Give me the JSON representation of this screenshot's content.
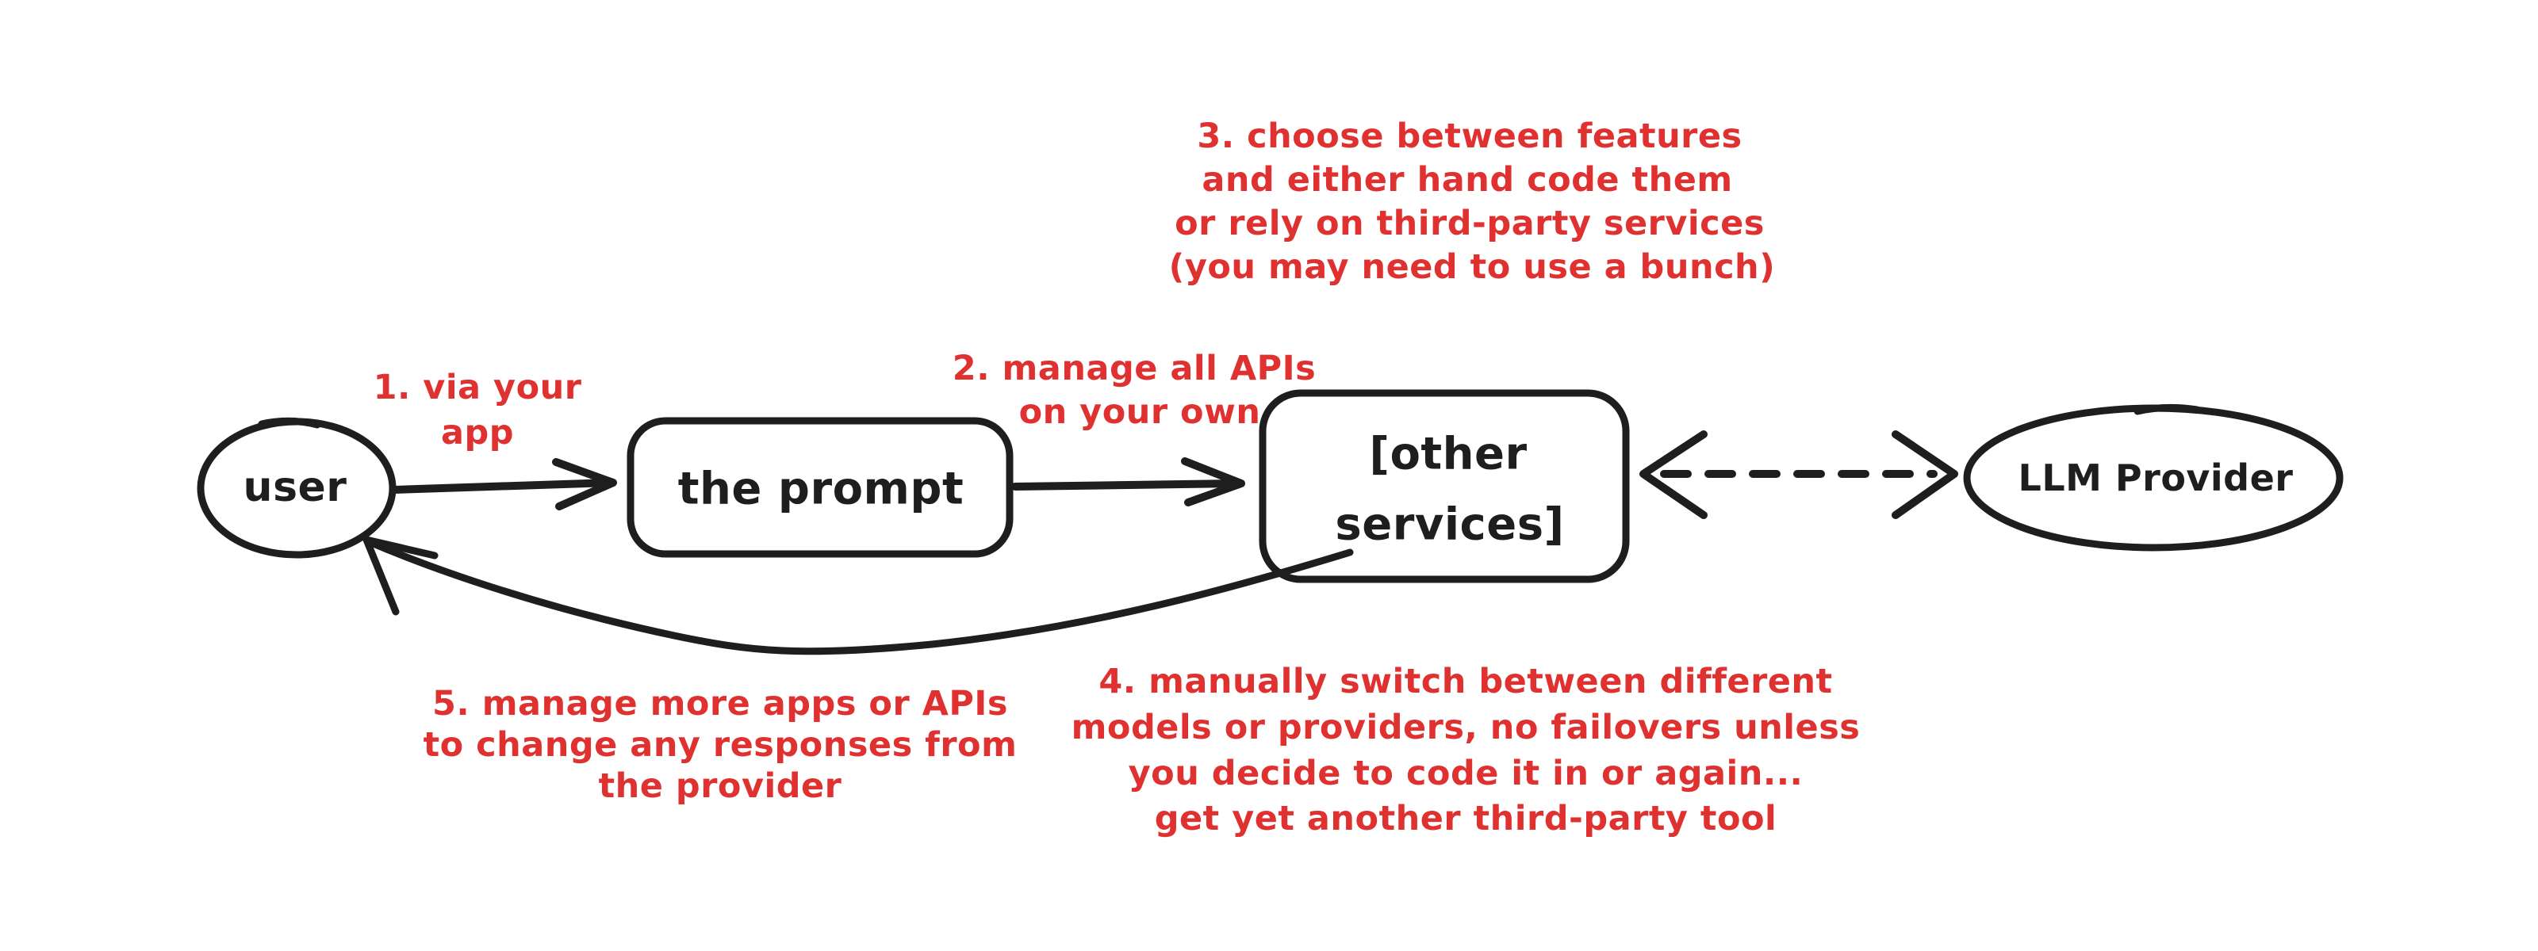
{
  "canvas": {
    "background_color": "#ffffff",
    "ink_color": "#1e1e1e",
    "accent_color": "#e03131"
  },
  "nodes": {
    "user": {
      "label": "user"
    },
    "prompt": {
      "label": "the prompt"
    },
    "other_services": {
      "label_lines": [
        "[other",
        "services]"
      ]
    },
    "llm_provider": {
      "label": "LLM Provider"
    }
  },
  "notes": {
    "step1": {
      "lines": [
        "1. via your",
        "app"
      ]
    },
    "step2": {
      "lines": [
        "2. manage all APIs",
        "on your own"
      ]
    },
    "step3": {
      "lines": [
        "3. choose between features",
        "and either hand code them",
        "or rely on third-party services",
        "(you may need to use a bunch)"
      ]
    },
    "step4": {
      "lines": [
        "4. manually switch between different",
        "models or providers, no failovers unless",
        "you decide to code it in or again...",
        "get yet another third-party tool"
      ]
    },
    "step5": {
      "lines": [
        "5. manage more apps or APIs",
        "to change any responses from",
        "the provider"
      ]
    }
  }
}
